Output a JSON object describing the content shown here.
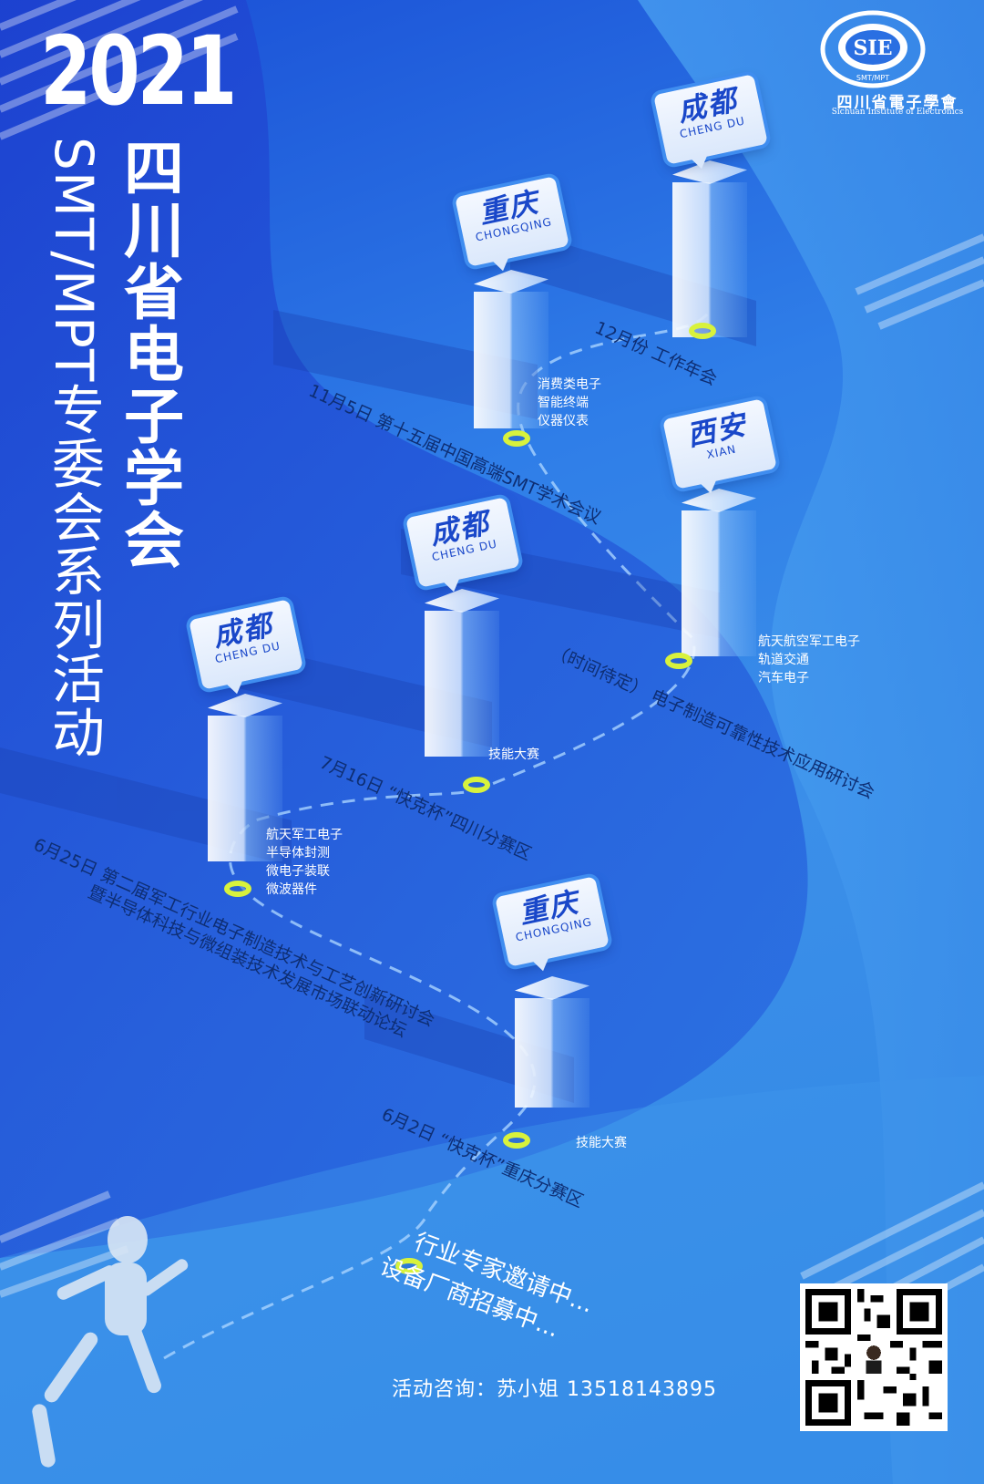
{
  "header": {
    "year": "2021",
    "title": "四川省电子学会",
    "subtitle": "SMT/MPT专委会系列活动"
  },
  "logo": {
    "mark": "SIE",
    "ring_text": "SMT/MPT",
    "name_zh": "四川省電子學會",
    "name_en": "Sichuan Institute of Electronics"
  },
  "locations": [
    {
      "zh": "成都",
      "en": "CHENG DU"
    },
    {
      "zh": "重庆",
      "en": "CHONGQING"
    },
    {
      "zh": "西安",
      "en": "XIAN"
    },
    {
      "zh": "成都",
      "en": "CHENG DU"
    },
    {
      "zh": "成都",
      "en": "CHENG DU"
    },
    {
      "zh": "重庆",
      "en": "CHONGQING"
    }
  ],
  "events": [
    {
      "text": "12月份  工作年会"
    },
    {
      "text": "11月5日  第十五届中国高端SMT学术会议"
    },
    {
      "text": "（时间待定）  电子制造可靠性技术应用研讨会"
    },
    {
      "text": "7月16日  “快克杯”四川分赛区"
    },
    {
      "text": "6月25日  第二届军工行业电子制造技术与工艺创新研讨会"
    },
    {
      "text": "暨半导体科技与微组装技术发展市场联动论坛"
    },
    {
      "text": "6月2日  “快克杯”重庆分赛区"
    }
  ],
  "notes": [
    {
      "lines": [
        "消费类电子",
        "智能终端",
        "仪器仪表"
      ]
    },
    {
      "lines": [
        "航天航空军工电子",
        "轨道交通",
        "汽车电子"
      ]
    },
    {
      "lines": [
        "技能大赛"
      ]
    },
    {
      "lines": [
        "航天军工电子",
        "半导体封测",
        "微电子装联",
        "微波器件"
      ]
    },
    {
      "lines": [
        "技能大赛"
      ]
    }
  ],
  "recruit": {
    "line1": "行业专家邀请中...",
    "line2": "设备厂商招募中..."
  },
  "contact": {
    "text": "活动咨询：苏小姐   13518143895"
  },
  "colors": {
    "accent": "#d8f23c",
    "bubble_text": "#1947c9",
    "event_text": "#0e2e73"
  }
}
